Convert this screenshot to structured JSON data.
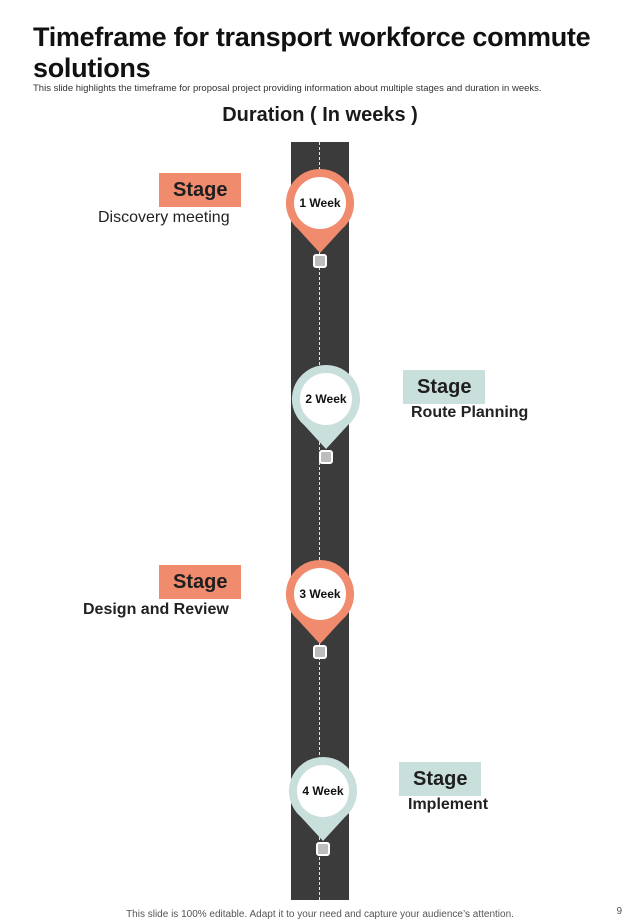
{
  "slide": {
    "title": "Timeframe for transport workforce commute solutions",
    "subtitle": "This slide highlights the timeframe for proposal project providing information about multiple stages and duration in weeks.",
    "duration_heading": "Duration ( In weeks )"
  },
  "colors": {
    "orange": "#f08b6e",
    "teal": "#c8dfdb",
    "road": "#3b3b3b"
  },
  "milestones": [
    {
      "duration": "1 Week",
      "badge": "Stage",
      "description": "Discovery meeting"
    },
    {
      "duration": "2 Week",
      "badge": "Stage",
      "description": "Route Planning"
    },
    {
      "duration": "3 Week",
      "badge": "Stage",
      "description": "Design and Review"
    },
    {
      "duration": "4 Week",
      "badge": "Stage",
      "description": "Implement"
    }
  ],
  "footer": {
    "note": "This slide is 100% editable. Adapt it to your need and capture your audience’s attention.",
    "page_number": "9"
  }
}
